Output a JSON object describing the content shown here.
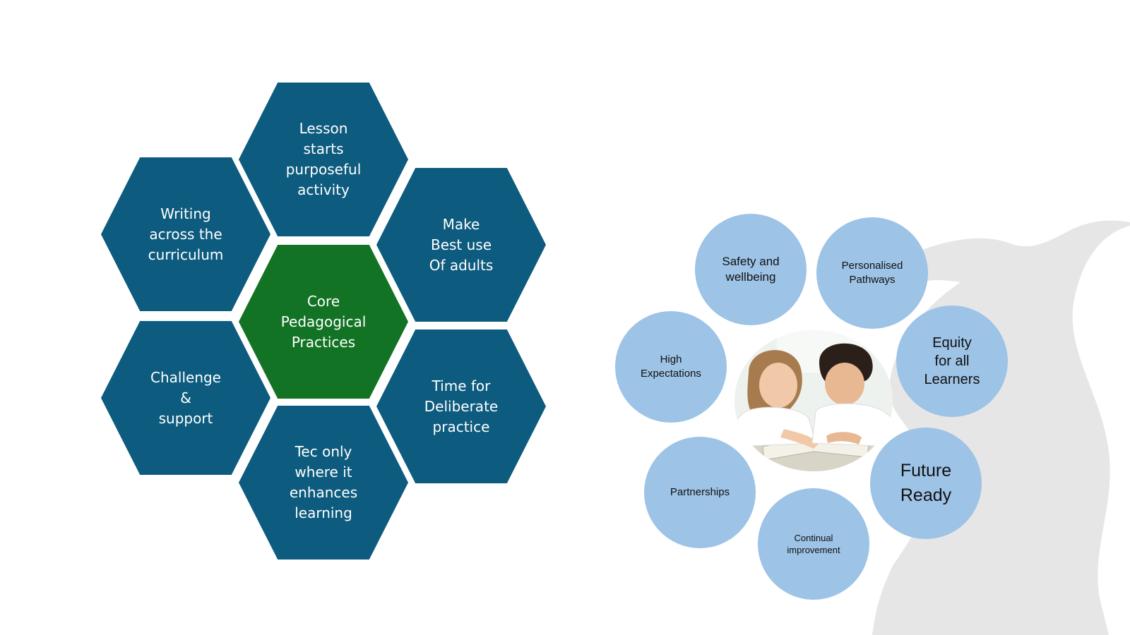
{
  "hexagons": {
    "top": "Lesson\nstarts\npurposeful\nactivity",
    "upper_left": "Writing\nacross the\ncurriculum",
    "upper_right": "Make\nBest use\nOf adults",
    "center": "Core\nPedagogical\nPractices",
    "lower_left": "Challenge\n&\nsupport",
    "lower_right": "Time for\nDeliberate\npractice",
    "bottom": "Tec only\nwhere it\nenhances\nlearning"
  },
  "circles": {
    "safety": "Safety and\nwellbeing",
    "personalised": "Personalised\nPathways",
    "high_expectations": "High\nExpectations",
    "equity": "Equity\nfor all\nLearners",
    "partnerships": "Partnerships",
    "continual": "Continual\nimprovement",
    "future": "Future\nReady"
  },
  "colors": {
    "hex_blue": "#0d5b7e",
    "hex_green": "#137325",
    "circle_blue": "#9dc3e6",
    "background_shape": "#e6e6e6"
  }
}
